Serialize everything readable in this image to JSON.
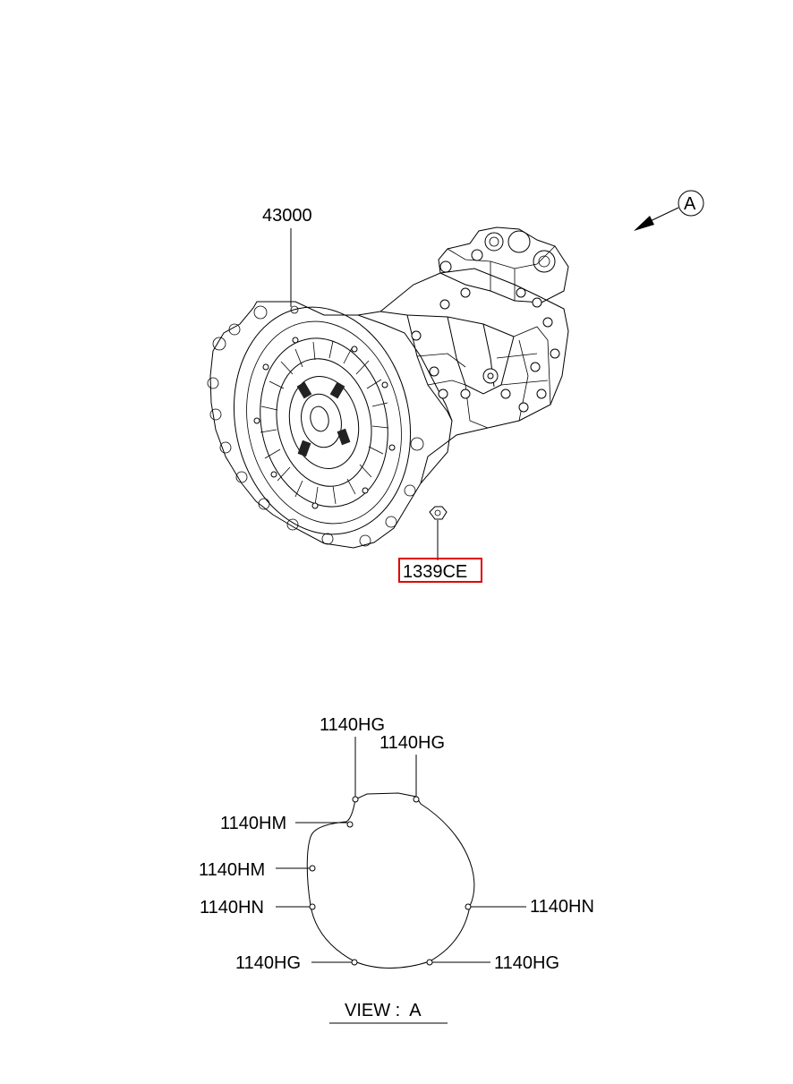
{
  "upper": {
    "transmission_part": "43000",
    "nut_part": "1339CE",
    "view_marker": "A"
  },
  "view_a": {
    "caption": "VIEW :  A",
    "callouts": [
      {
        "id": "top-left",
        "text": "1140HG"
      },
      {
        "id": "top-right",
        "text": "1140HG"
      },
      {
        "id": "upper-left",
        "text": "1140HM"
      },
      {
        "id": "mid-left",
        "text": "1140HM"
      },
      {
        "id": "lower-left",
        "text": "1140HN"
      },
      {
        "id": "right",
        "text": "1140HN"
      },
      {
        "id": "bottom-left",
        "text": "1140HG"
      },
      {
        "id": "bottom-right",
        "text": "1140HG"
      }
    ]
  },
  "colors": {
    "line": "#000000",
    "highlight_box": "#e00000",
    "background": "#ffffff"
  }
}
